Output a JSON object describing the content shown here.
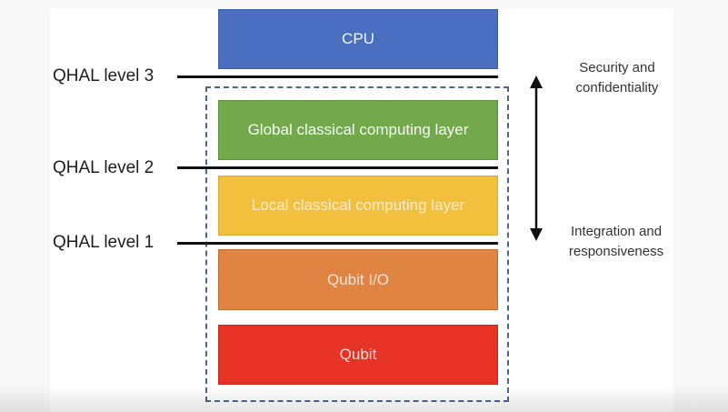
{
  "diagram": {
    "layers": [
      {
        "id": "cpu",
        "label": "CPU",
        "color": "#4a6fc0"
      },
      {
        "id": "global",
        "label": "Global classical computing layer",
        "color": "#72a94a"
      },
      {
        "id": "local",
        "label": "Local classical computing layer",
        "color": "#f2c03c"
      },
      {
        "id": "qubit-io",
        "label": "Qubit I/O",
        "color": "#e08443"
      },
      {
        "id": "qubit",
        "label": "Qubit",
        "color": "#e63325"
      }
    ],
    "levels": [
      {
        "label": "QHAL level 3"
      },
      {
        "label": "QHAL level 2"
      },
      {
        "label": "QHAL level 1"
      }
    ],
    "axis": {
      "top_label": "Security and confidentiality",
      "top_label_lines": [
        "Security and",
        "confidentiality"
      ],
      "bottom_label": "Integration and responsiveness",
      "bottom_label_lines": [
        "Integration and",
        "responsiveness"
      ]
    },
    "frame_color": "#4c6690"
  }
}
